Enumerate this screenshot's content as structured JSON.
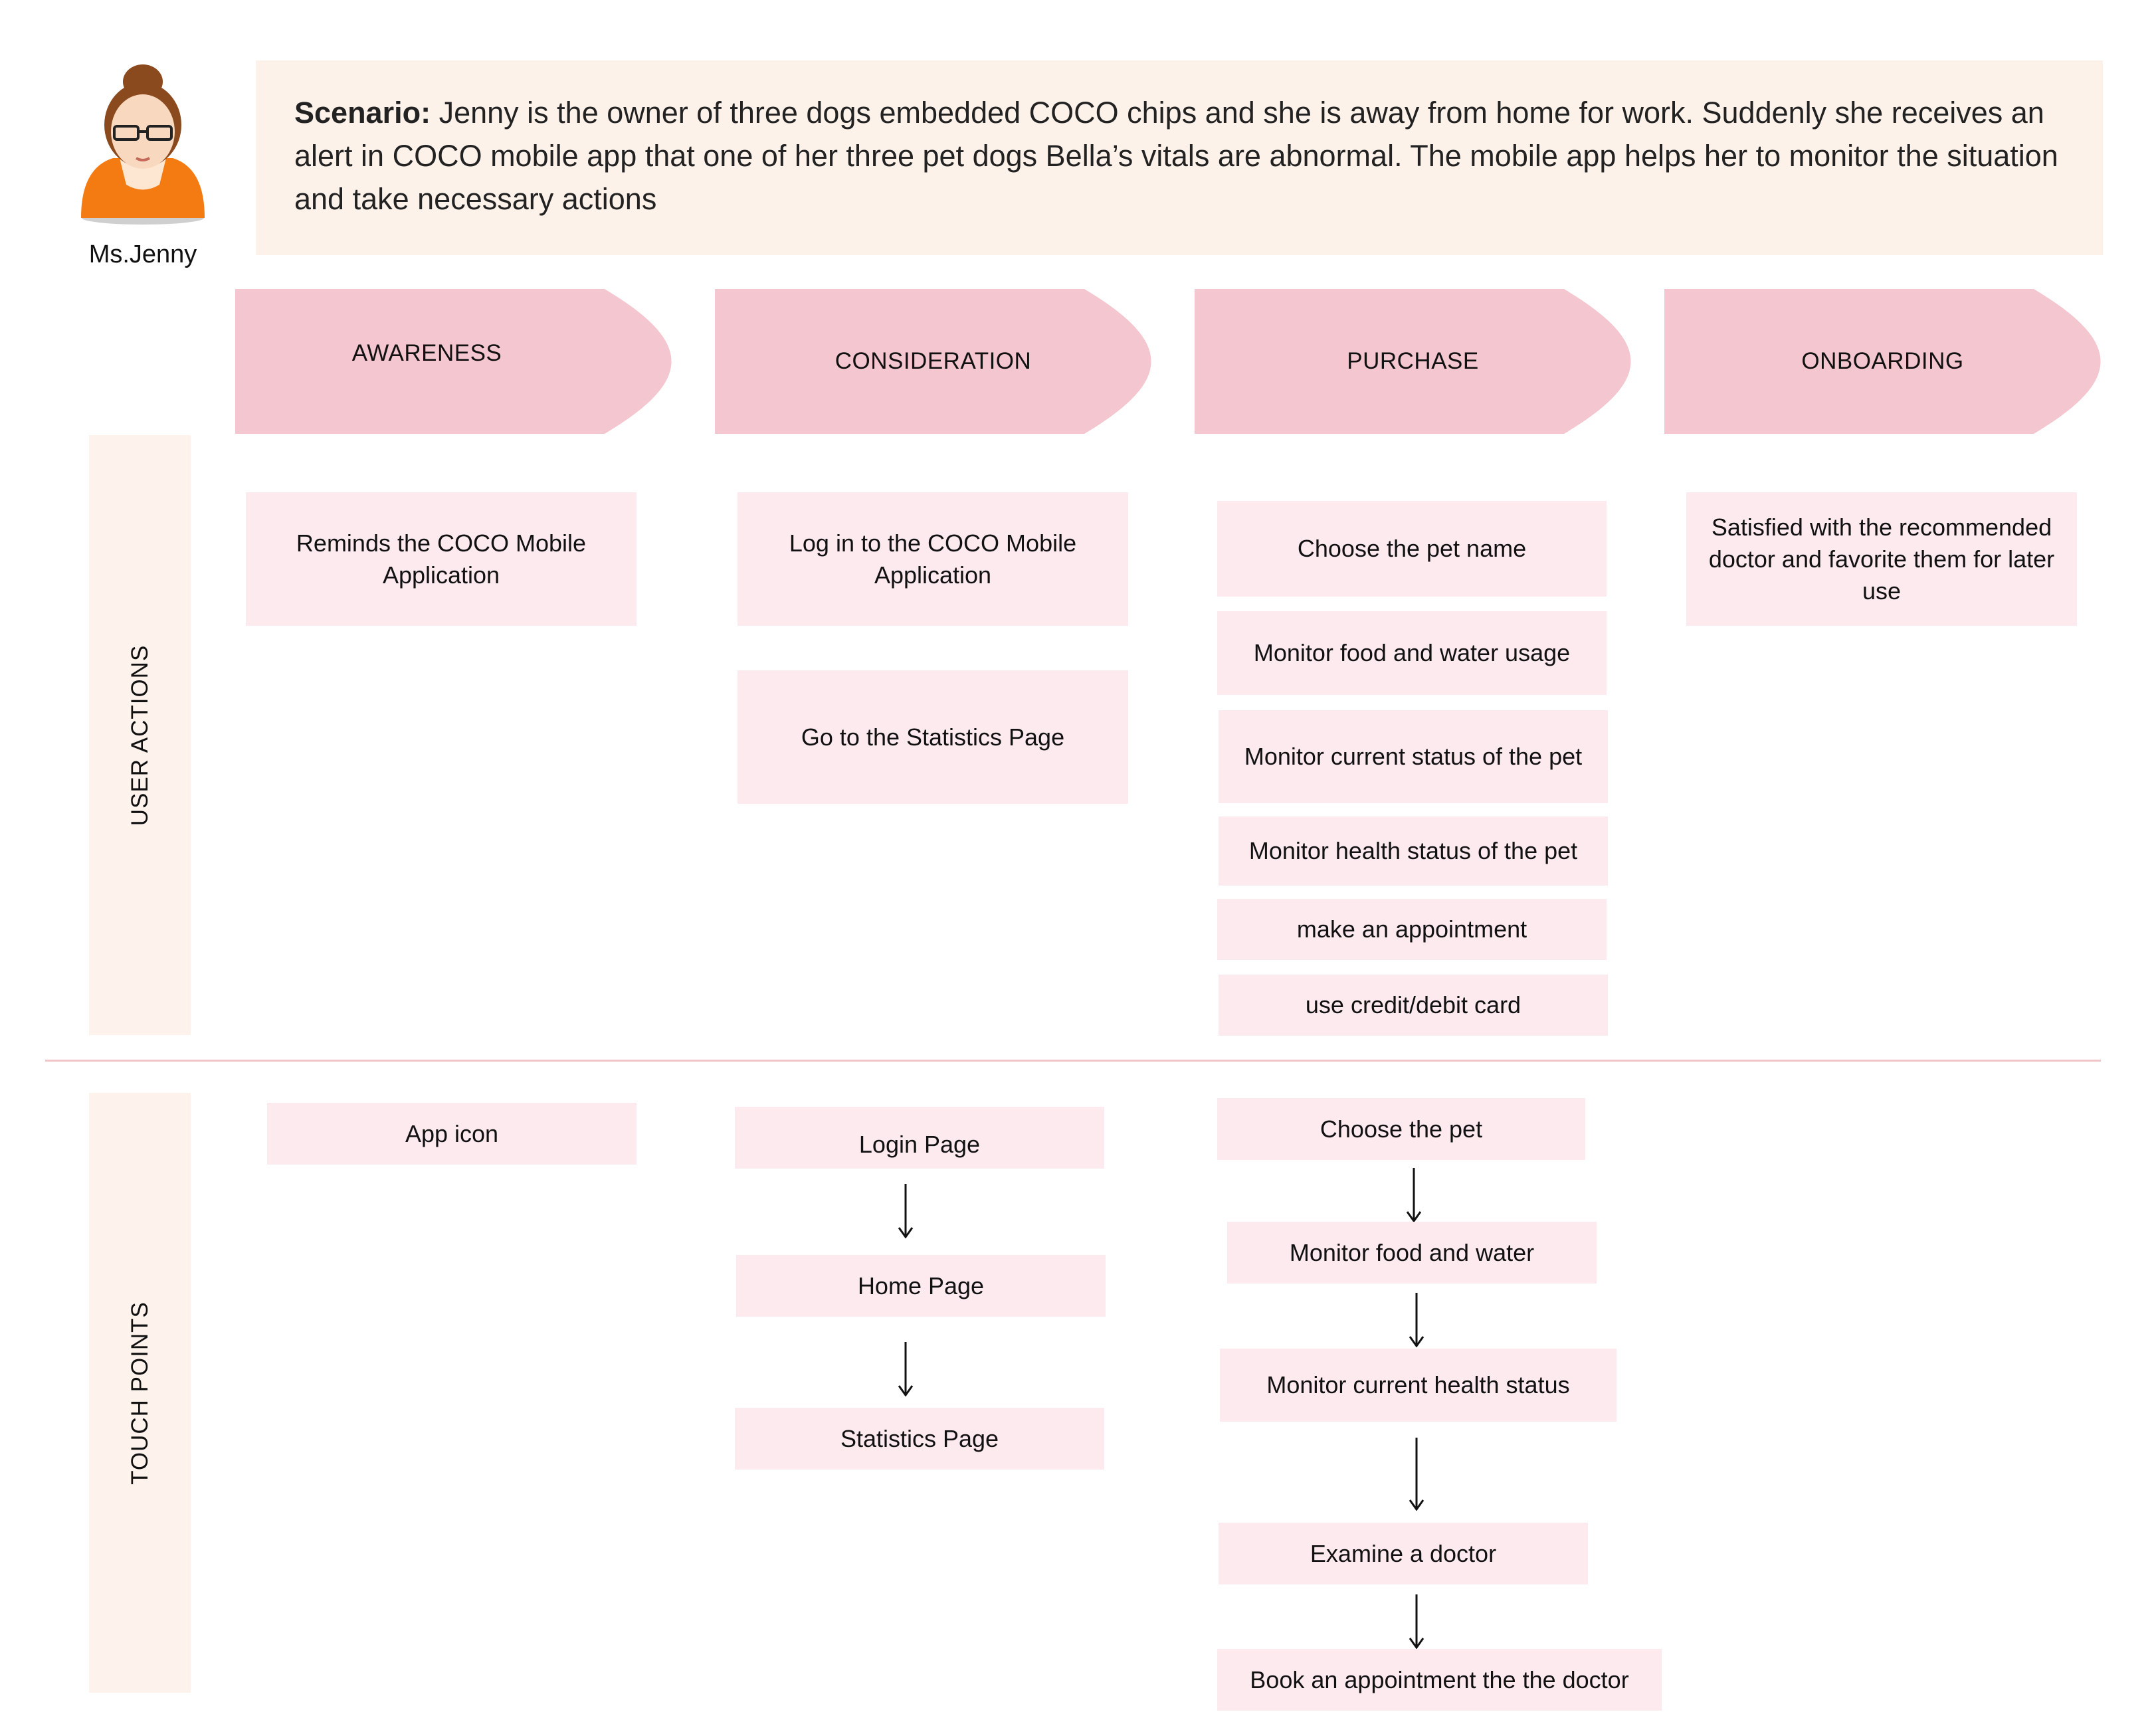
{
  "persona": {
    "name": "Ms.Jenny",
    "icon": "woman-avatar-icon"
  },
  "scenario": {
    "label": "Scenario:",
    "text": " Jenny is the owner of three dogs embedded COCO chips and she is away from home for work. Suddenly she receives an alert in COCO mobile app that one of her three pet dogs Bella’s vitals are abnormal. The mobile app helps her to monitor the situation and take necessary actions"
  },
  "stages": [
    "AWARENESS",
    "CONSIDERATION",
    "PURCHASE",
    "ONBOARDING"
  ],
  "lanes": {
    "user_actions": "USER ACTIONS",
    "touch_points": "TOUCH POINTS"
  },
  "user_actions": {
    "awareness": [
      "Reminds the COCO Mobile Application"
    ],
    "consideration": [
      "Log in to the COCO Mobile Application",
      "Go to the Statistics Page"
    ],
    "purchase": [
      "Choose the pet name",
      "Monitor food and water usage",
      "Monitor current status of the pet",
      "Monitor health status of the pet",
      "make an appointment",
      "use credit/debit card"
    ],
    "onboarding": [
      "Satisfied with the recommended doctor and favorite them for later use"
    ]
  },
  "touch_points": {
    "awareness": [
      "App icon"
    ],
    "consideration": [
      "Login Page",
      "Home Page",
      "Statistics Page"
    ],
    "purchase": [
      "Choose the pet",
      "Monitor  food and water",
      "Monitor  current health status",
      "Examine a doctor",
      "Book an appointment the the doctor"
    ]
  },
  "colors": {
    "stage_fill": "#f4c6cf",
    "card_fill": "#fdeaee",
    "scenario_fill": "#fdf2ea",
    "lane_fill": "#fdf2ec",
    "divider": "#f0c4c8"
  }
}
